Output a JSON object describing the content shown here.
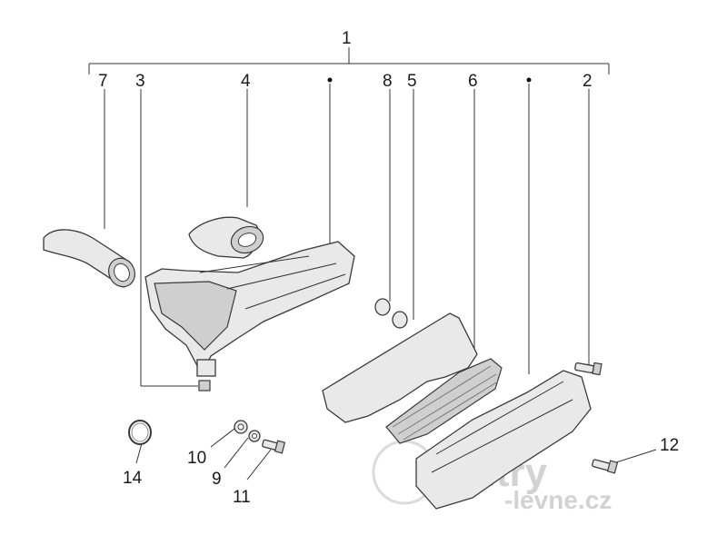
{
  "callouts": {
    "c1": "1",
    "c2": "2",
    "c3": "3",
    "c4": "4",
    "c5": "5",
    "c6": "6",
    "c7": "7",
    "c8": "8",
    "c9": "9",
    "c10": "10",
    "c11": "11",
    "c12": "12",
    "c14": "14"
  },
  "watermark": {
    "brand": "skutry",
    "sub": "-levne.cz"
  }
}
